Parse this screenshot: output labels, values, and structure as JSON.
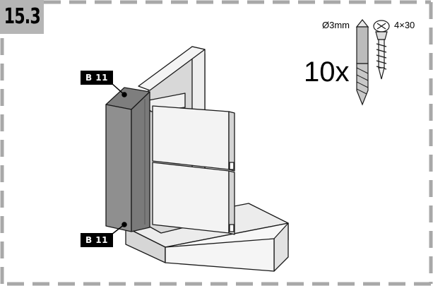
{
  "step": {
    "number": "15.3"
  },
  "labels": {
    "top": "B 11",
    "bottom": "B 11"
  },
  "hardware": {
    "drill_size": "Ø3mm",
    "screw_size": "4×30",
    "quantity": "10x"
  },
  "colors": {
    "border_dash": "#a8a8a8",
    "badge_bg": "#b5b5b5",
    "panel_dark": "#8c8c8c",
    "panel_light": "#f2f2f2",
    "panel_mid": "#dcdcdc",
    "label_bg": "#000000"
  }
}
